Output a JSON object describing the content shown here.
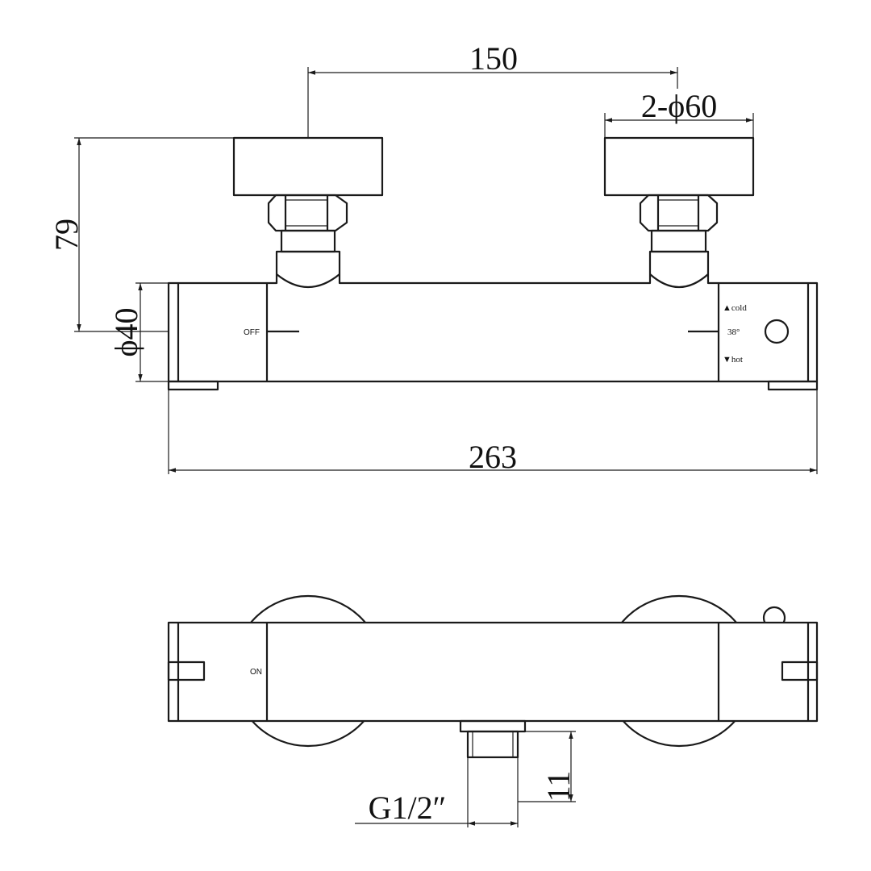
{
  "dimensions": {
    "handle_spacing": "150",
    "handle_diameter": "2-ϕ60",
    "height": "79",
    "body_diameter": "ϕ40",
    "overall_length": "263",
    "outlet_thread": "G1/2″",
    "outlet_length": "11"
  },
  "markings": {
    "front_left": "OFF",
    "front_right_top": "▲cold",
    "front_right_mid": "38°",
    "front_right_bottom": "▼hot",
    "bottom_left": "ON"
  }
}
